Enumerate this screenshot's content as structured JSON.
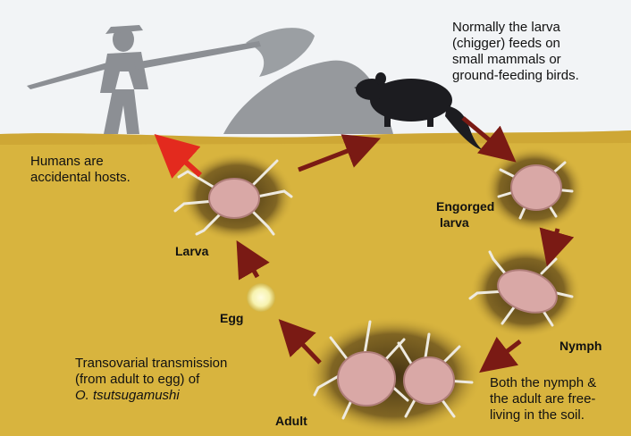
{
  "labels": {
    "humans": [
      "Humans are",
      "accidental hosts."
    ],
    "normally": [
      "Normally the larva",
      "(chigger) feeds on",
      "small mammals or",
      "ground-feeding birds."
    ],
    "engorged": [
      "Engorged",
      "larva"
    ],
    "larva": "Larva",
    "egg": "Egg",
    "nymph": "Nymph",
    "adult": "Adult",
    "transovarial": [
      "Transovarial transmission",
      "(from adult to egg) of"
    ],
    "species": "O. tsutsugamushi",
    "freeliving": [
      "Both the nymph &",
      "the adult are free-",
      "living in the soil."
    ]
  },
  "colors": {
    "soil": "#d8b43e",
    "sky": "#f2f4f6",
    "shadow": "#8c8f94",
    "rat": "#1c1c20",
    "arrow_dark": "#7a1a14",
    "arrow_red": "#e32a1e",
    "mite": "#d9a8a6",
    "egg": "#f7f3b0"
  }
}
